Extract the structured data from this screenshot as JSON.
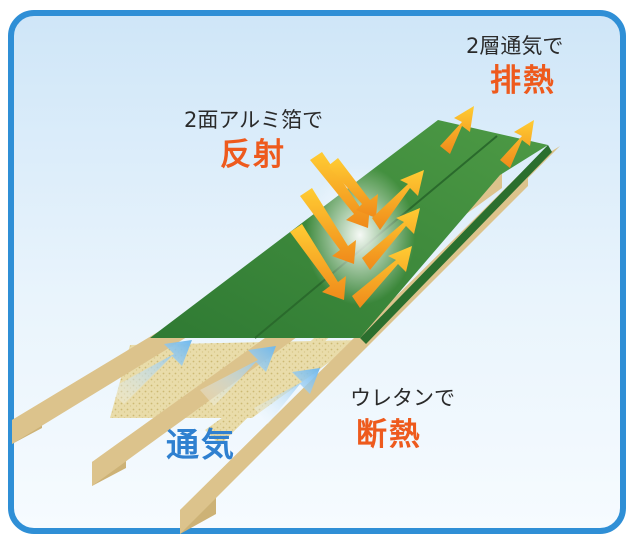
{
  "labels": {
    "exhaust_caption": "2層通気で",
    "exhaust_title": "排熱",
    "reflect_caption": "2面アルミ箔で",
    "reflect_title": "反射",
    "insulate_caption": "ウレタンで",
    "insulate_title": "断熱",
    "ventilation_title": "通気"
  },
  "colors": {
    "frame": "#2f8fd6",
    "sheet": "#3d8a3c",
    "wood": "#e7d3a0",
    "insulation": "#e8dba8",
    "heat_arrow": "#f3a51d",
    "airflow": "#8ec9f0",
    "title_orange": "#ee5a1d",
    "title_blue": "#2f80d0"
  }
}
